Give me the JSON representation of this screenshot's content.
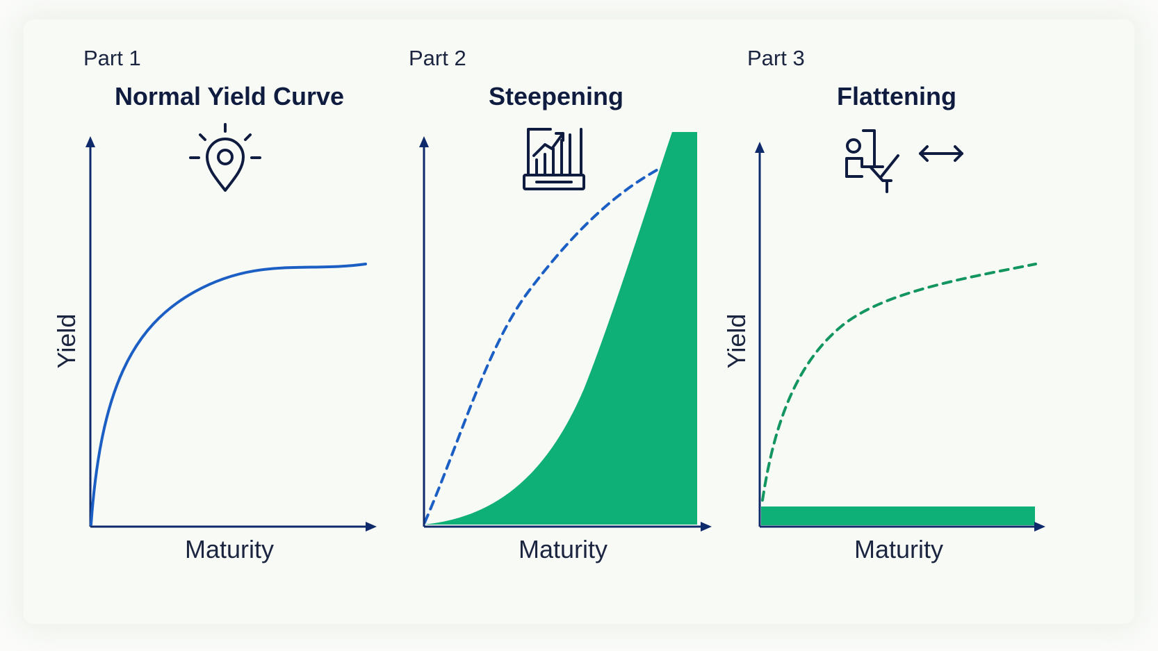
{
  "colors": {
    "axis": "#0f2a6b",
    "blue_curve": "#1c5fc4",
    "green_fill": "#0fb078",
    "green_dashed": "#12955f",
    "text": "#0f1c3f"
  },
  "panels": [
    {
      "part_label": "Part 1",
      "title": "Normal Yield Curve",
      "icon": "lightbulb-location-pin-icon",
      "y_label": "Yield",
      "x_label": "Maturity"
    },
    {
      "part_label": "Part 2",
      "title": "Steepening",
      "icon": "bar-chart-growth-icon",
      "y_label": "",
      "x_label": "Maturity"
    },
    {
      "part_label": "Part 3",
      "title": "Flattening",
      "icon": "person-desk-arrow-icon",
      "y_label": "Yield",
      "x_label": "Maturity"
    }
  ]
}
